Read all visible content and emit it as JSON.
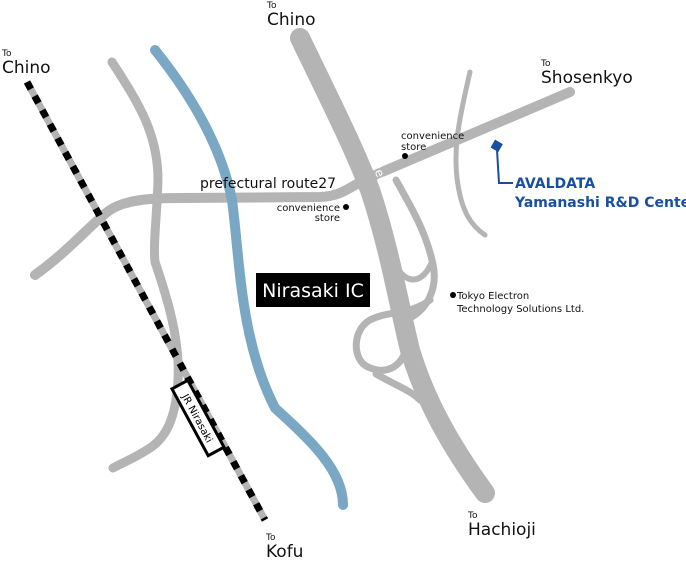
{
  "colors": {
    "road": "#b4b4b4",
    "river": "#7aa8c4",
    "rail": "#000000",
    "accent": "#1a4fa0"
  },
  "destinations": {
    "chino_top": {
      "to": "To",
      "name": "Chino"
    },
    "chino_left": {
      "to": "To",
      "name": "Chino"
    },
    "shosenkyo": {
      "to": "To",
      "name": "Shosenkyo"
    },
    "hachioji": {
      "to": "To",
      "name": "Hachioji"
    },
    "kofu": {
      "to": "To",
      "name": "Kofu"
    }
  },
  "labels": {
    "route27": "prefectural route27",
    "expressway": "central expressway",
    "store1": [
      "convenience",
      "store"
    ],
    "store2": [
      "convenience",
      "store"
    ],
    "interchange": "Nirasaki IC",
    "station": "JR Nirasaki",
    "tel": [
      "Tokyo Electron",
      "Technology Solutions Ltd."
    ]
  },
  "target": {
    "line1": "AVALDATA",
    "line2": "Yamanashi R&D Center"
  }
}
